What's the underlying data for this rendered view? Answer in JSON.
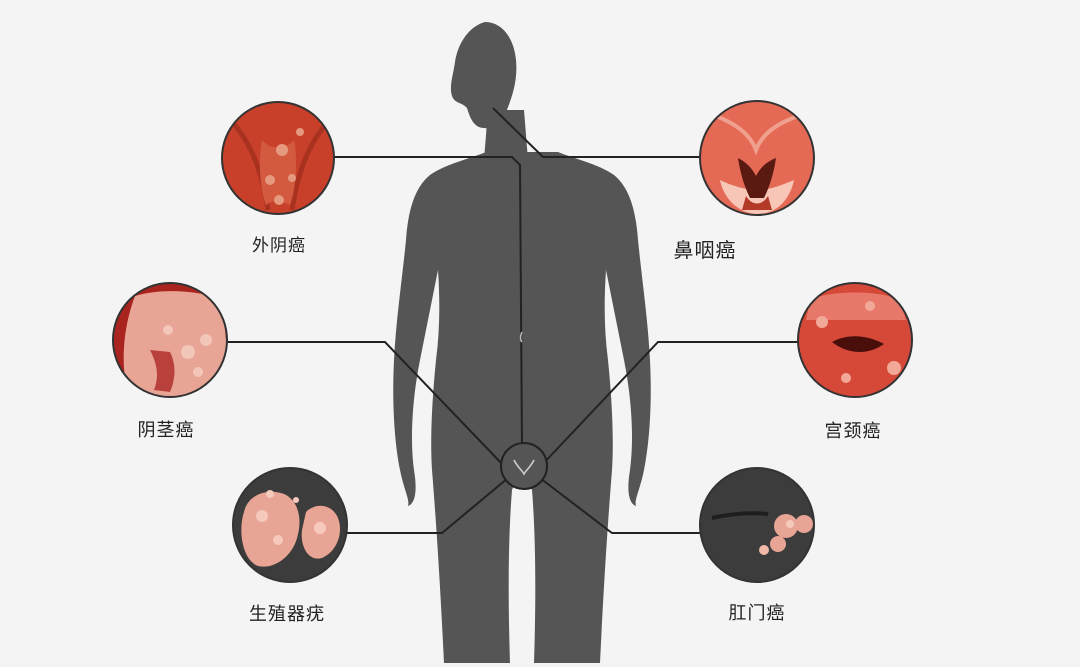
{
  "labels": {
    "vulvar_cancer": "外阴癌",
    "nasopharyngeal_cancer": "鼻咽癌",
    "penile_cancer": "阴茎癌",
    "cervical_cancer": "宫颈癌",
    "genital_warts": "生殖器疣",
    "anal_cancer": "肛门癌"
  },
  "colors": {
    "background": "#f4f4f4",
    "silhouette": "#555555",
    "connector": "#222222",
    "tissue_red": "#c9402a",
    "tissue_pink": "#e8a494",
    "dark_circle": "#3c3c3c"
  }
}
